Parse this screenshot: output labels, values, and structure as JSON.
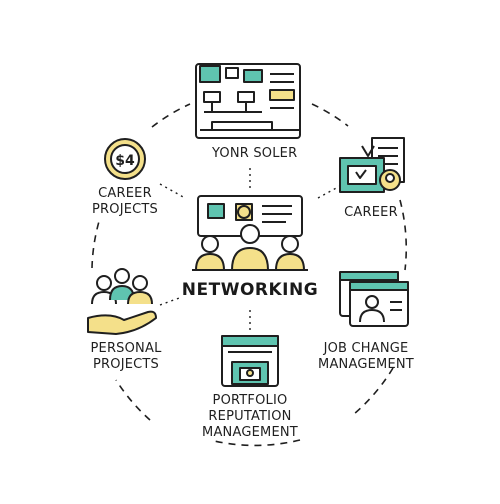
{
  "diagram": {
    "center": {
      "title": "NETWORKING",
      "icon": "team-meeting-presentation-icon"
    },
    "nodes": [
      {
        "id": "top",
        "icon": "office-desk-chat-icon",
        "lines": [
          "YONR SOLER"
        ]
      },
      {
        "id: ": "x",
        "id": "career",
        "icon": "career-documents-icon",
        "lines": [
          "CAREER"
        ]
      },
      {
        "id": "job-change",
        "icon": "computer-user-profile-icon",
        "lines": [
          "JOB CHANGE",
          "MANAGEMENT"
        ]
      },
      {
        "id": "portfolio",
        "icon": "portfolio-certificate-icon",
        "lines": [
          "PORTFOLIO",
          "REPUTATION",
          "MANAGEMENT"
        ]
      },
      {
        "id": "personal",
        "icon": "people-hand-support-icon",
        "lines": [
          "PERSONAL",
          "PROJECTS"
        ]
      },
      {
        "id": "career-proj",
        "icon": "money-coin-icon",
        "lines": [
          "CAREER",
          "PROJECTS"
        ],
        "coin_text": "$4"
      }
    ],
    "colors": {
      "accent_teal": "#5fc4b0",
      "accent_yellow": "#f4e08a",
      "line": "#1f1f1f"
    }
  }
}
